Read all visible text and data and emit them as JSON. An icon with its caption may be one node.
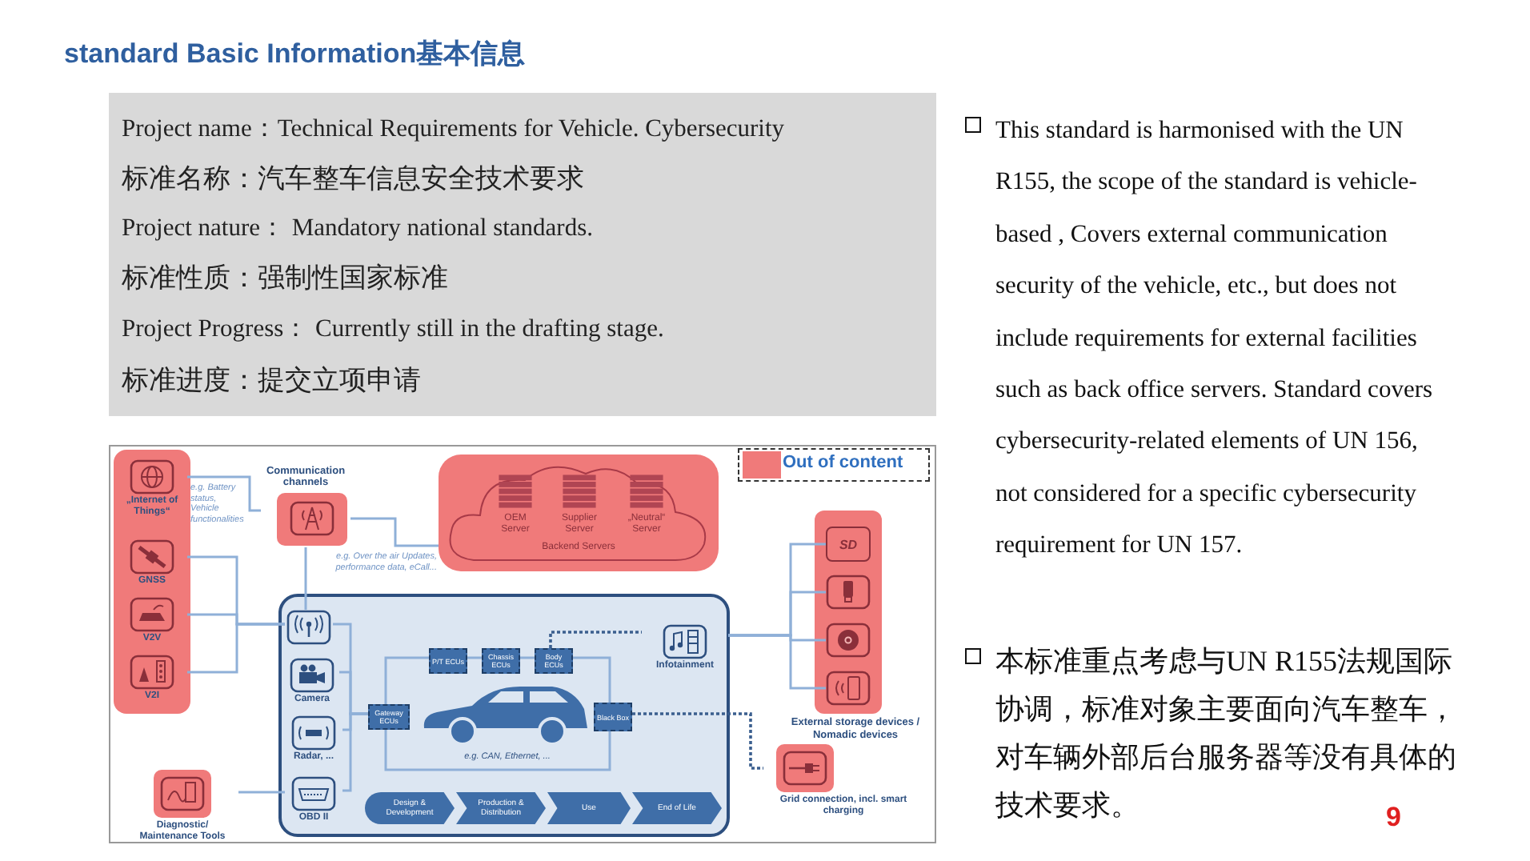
{
  "diagram": {
    "title": "standard Basic Information基本信息",
    "nodes": [
      {
        "text": [],
        "shape": "box"
      },
      {
        "text": [
          "„Internet of Things“"
        ],
        "in": 0
      },
      {
        "text": [
          "GNSS"
        ],
        "in": 0
      },
      {
        "text": [
          "V2V"
        ],
        "in": 0
      },
      {
        "text": [
          "V2I"
        ],
        "in": 0
      },
      {
        "text": [
          "Communication channels"
        ]
      },
      {
        "text": [
          "Backend Servers"
        ]
      },
      {
        "text": [
          "OEM Server"
        ],
        "in": 6
      },
      {
        "text": [
          "Supplier Server"
        ],
        "in": 6
      },
      {
        "text": [
          "„Neutral“ Server"
        ],
        "in": 6
      },
      {
        "text": [],
        "shape": "box"
      },
      {
        "text": [],
        "shape": "picture",
        "in": 10
      },
      {
        "text": [
          "Camera"
        ],
        "in": 10
      },
      {
        "text": [
          "Radar, ..."
        ],
        "in": 10
      },
      {
        "text": [
          "OBD II"
        ],
        "in": 10
      },
      {
        "text": [
          "Infotainment"
        ],
        "in": 10
      },
      {
        "text": [
          "Gateway ECUs"
        ],
        "in": 10
      },
      {
        "text": [
          "P/T ECUs"
        ],
        "in": 10
      },
      {
        "text": [
          "Chassis ECUs"
        ],
        "in": 10
      },
      {
        "text": [
          "Body ECUs"
        ],
        "in": 10
      },
      {
        "text": [
          "Black Box"
        ],
        "in": 10
      },
      {
        "text": [],
        "shape": "picture",
        "in": 10
      },
      {
        "text": [
          "Design & Development"
        ],
        "in": 10
      },
      {
        "text": [
          "Production & Distribution"
        ],
        "in": 10
      },
      {
        "text": [
          "Use"
        ],
        "in": 10
      },
      {
        "text": [
          "End of Life"
        ],
        "in": 10
      },
      {
        "text": [
          "External storage devices / Nomadic devices"
        ]
      },
      {
        "text": [
          "SD"
        ],
        "in": 26
      },
      {
        "text": [],
        "shape": "picture",
        "in": 26
      },
      {
        "text": [],
        "shape": "picture",
        "in": 26
      },
      {
        "text": [],
        "shape": "picture",
        "in": 26
      },
      {
        "text": [
          "Grid connection, incl. smart charging"
        ]
      },
      {
        "text": [
          "Diagnostic/ Maintenance Tools"
        ]
      }
    ],
    "edges": [
      {
        "from": 1,
        "to": 5,
        "arrow": "none",
        "label": "e.g. Battery status, Vehicle functionalities"
      },
      {
        "from": 5,
        "to": 6,
        "arrow": "none",
        "label": "e.g. Over the air Updates, performance data, eCall..."
      },
      {
        "from": 5,
        "to": 11,
        "arrow": "none"
      },
      {
        "from": 2,
        "to": 11,
        "arrow": "none"
      },
      {
        "from": 3,
        "to": 11,
        "arrow": "none"
      },
      {
        "from": 4,
        "to": 11,
        "arrow": "none"
      },
      {
        "from": 11,
        "to": 16,
        "arrow": "none"
      },
      {
        "from": 12,
        "to": 16,
        "arrow": "none"
      },
      {
        "from": 13,
        "to": 16,
        "arrow": "none"
      },
      {
        "from": 14,
        "to": 16,
        "arrow": "none"
      },
      {
        "from": 16,
        "to": 17,
        "arrow": "none"
      },
      {
        "from": 17,
        "to": 18,
        "arrow": "none"
      },
      {
        "from": 18,
        "to": 19,
        "arrow": "none"
      },
      {
        "from": 19,
        "to": 20,
        "arrow": "none"
      },
      {
        "from": 19,
        "to": 15,
        "arrow": "none",
        "style": "dashed",
        "color": "#3b5f8f"
      },
      {
        "from": 16,
        "to": 20,
        "arrow": "none"
      },
      {
        "from": 20,
        "to": 31,
        "arrow": "none",
        "style": "dashed",
        "color": "#3b5f8f"
      },
      {
        "from": 15,
        "to": 27,
        "arrow": "none"
      },
      {
        "from": 15,
        "to": 28,
        "arrow": "none"
      },
      {
        "from": 15,
        "to": 29,
        "arrow": "none"
      },
      {
        "from": 15,
        "to": 30,
        "arrow": "none"
      },
      {
        "from": 32,
        "to": 14,
        "arrow": "none"
      }
    ],
    "labels": [
      "Project name：Technical Requirements for Vehicle. Cybersecurity",
      "标准名称：汽车整车信息安全技术要求",
      "Project nature： Mandatory national standards.",
      "标准性质：强制性国家标准",
      "Project Progress： Currently still in the drafting stage.",
      "标准进度：提交立项申请",
      "This standard is harmonised with the UN R155, the scope of the standard is vehicle-based , Covers external communication security of the vehicle, etc., but does not include requirements for external facilities such as back office servers. Standard covers cybersecurity-related elements of UN 156, not considered for a specific cybersecurity requirement for UN 157.",
      "本标准重点考虑与UN R155法规国际协调，标准对象主要面向汽车整车，对车辆外部后台服务器等没有具体的技术要求。",
      "e.g. CAN, Ethernet, ...",
      "9"
    ],
    "legend": [
      {
        "text": "Out of content",
        "color": "#f07a7a"
      }
    ]
  }
}
